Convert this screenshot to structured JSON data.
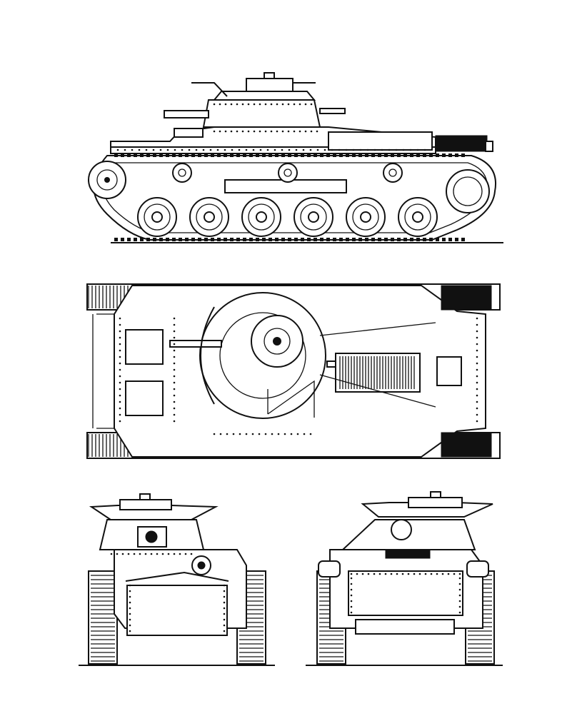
{
  "drawing": {
    "views": [
      "side",
      "top",
      "front",
      "rear"
    ],
    "ink_color": "#111111",
    "paper_color": "#ffffff",
    "side_view_road_wheels": 6,
    "side_view_return_rollers": 3
  }
}
